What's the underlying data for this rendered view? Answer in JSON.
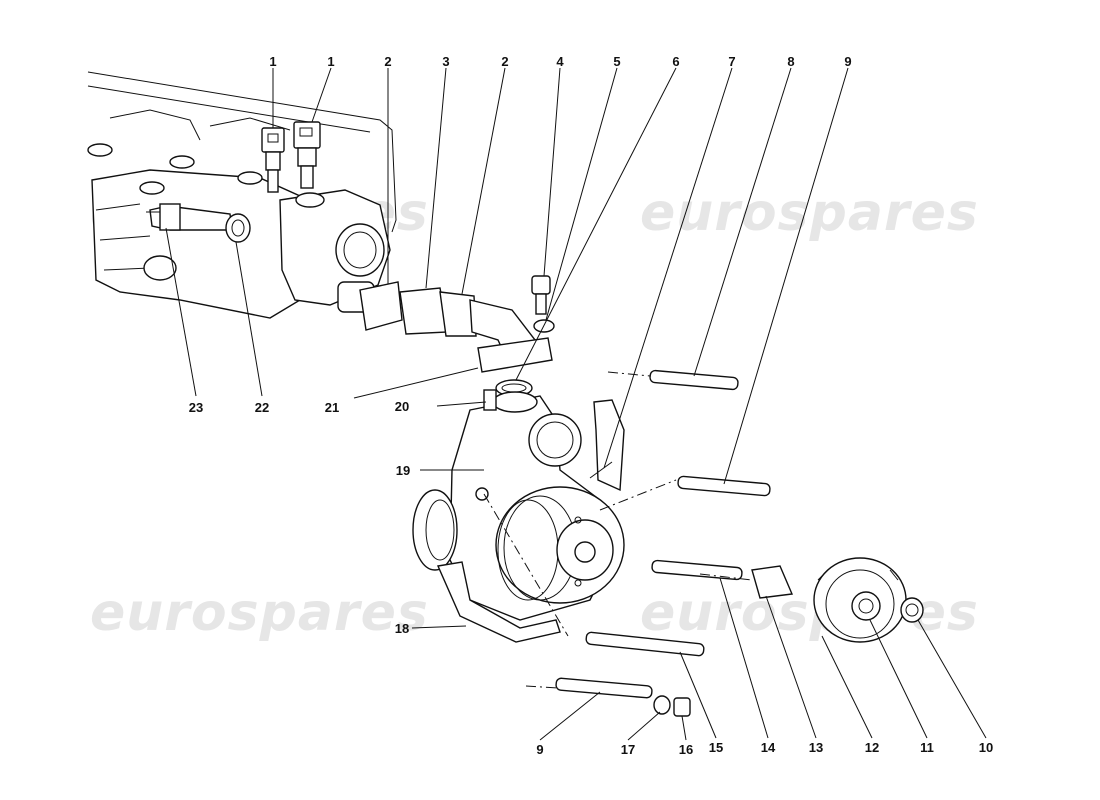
{
  "watermark": "eurospares",
  "callouts": {
    "c1a": "1",
    "c1b": "1",
    "c2a": "2",
    "c3": "3",
    "c2b": "2",
    "c4": "4",
    "c5": "5",
    "c6": "6",
    "c7": "7",
    "c8": "8",
    "c9top": "9",
    "c23": "23",
    "c22": "22",
    "c21": "21",
    "c20": "20",
    "c19": "19",
    "c18": "18",
    "c9bot": "9",
    "c17": "17",
    "c16": "16",
    "c15": "15",
    "c14": "14",
    "c13": "13",
    "c12": "12",
    "c11": "11",
    "c10": "10"
  }
}
